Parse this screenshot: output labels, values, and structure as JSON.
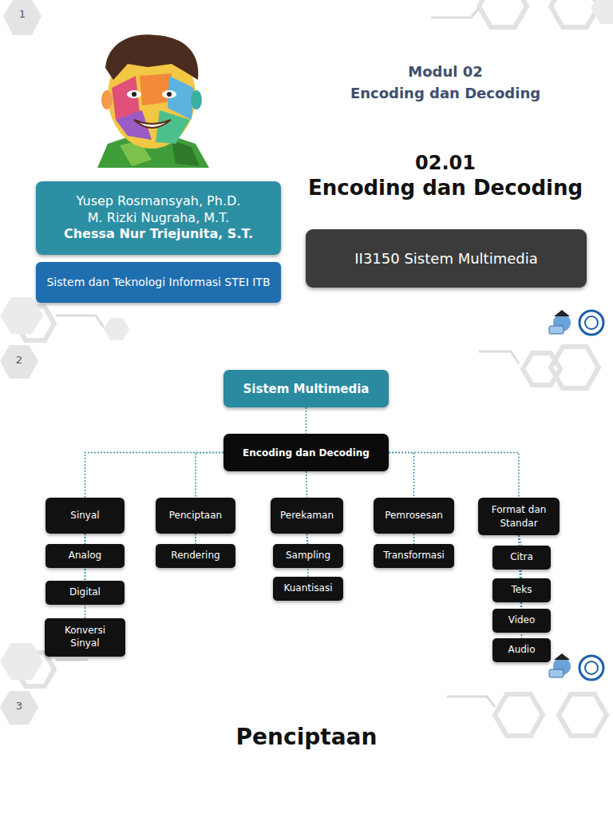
{
  "diagram": {
    "nodes": [
      {
        "text": [
          "Yusep Rosmansyah, Ph.D.",
          "M. Rizki Nugraha, M.T.",
          "Chessa Nur Triejunita, S.T."
        ]
      },
      {
        "text": [
          "Sistem dan Teknologi Informasi STEI ITB"
        ]
      },
      {
        "text": [
          "II3150 Sistem Multimedia"
        ]
      },
      {
        "text": [
          "Sistem Multimedia"
        ]
      },
      {
        "text": [
          "Encoding dan Decoding"
        ]
      },
      {
        "text": [
          "Sinyal"
        ]
      },
      {
        "text": [
          "Analog"
        ]
      },
      {
        "text": [
          "Digital"
        ]
      },
      {
        "text": [
          "Konversi Sinyal"
        ]
      },
      {
        "text": [
          "Penciptaan"
        ]
      },
      {
        "text": [
          "Rendering"
        ]
      },
      {
        "text": [
          "Perekaman"
        ]
      },
      {
        "text": [
          "Sampling"
        ]
      },
      {
        "text": [
          "Kuantisasi"
        ]
      },
      {
        "text": [
          "Pemrosesan"
        ]
      },
      {
        "text": [
          "Transformasi"
        ]
      },
      {
        "text": [
          "Format dan Standar"
        ]
      },
      {
        "text": [
          "Citra"
        ]
      },
      {
        "text": [
          "Teks"
        ]
      },
      {
        "text": [
          "Video"
        ]
      },
      {
        "text": [
          "Audio"
        ]
      }
    ],
    "edges": [
      {
        "from": 3,
        "to": 4,
        "arrow": "none"
      },
      {
        "from": 4,
        "to": 5,
        "arrow": "none"
      },
      {
        "from": 4,
        "to": 9,
        "arrow": "none"
      },
      {
        "from": 4,
        "to": 11,
        "arrow": "none"
      },
      {
        "from": 4,
        "to": 14,
        "arrow": "none"
      },
      {
        "from": 4,
        "to": 16,
        "arrow": "none"
      },
      {
        "from": 5,
        "to": 6,
        "arrow": "none"
      },
      {
        "from": 5,
        "to": 7,
        "arrow": "none"
      },
      {
        "from": 5,
        "to": 8,
        "arrow": "none"
      },
      {
        "from": 9,
        "to": 10,
        "arrow": "none"
      },
      {
        "from": 11,
        "to": 12,
        "arrow": "none"
      },
      {
        "from": 11,
        "to": 13,
        "arrow": "none"
      },
      {
        "from": 14,
        "to": 15,
        "arrow": "none"
      },
      {
        "from": 16,
        "to": 17,
        "arrow": "none"
      },
      {
        "from": 16,
        "to": 18,
        "arrow": "none"
      },
      {
        "from": 16,
        "to": 19,
        "arrow": "none"
      },
      {
        "from": 16,
        "to": 20,
        "arrow": "none"
      }
    ],
    "labels": [
      "1",
      "Modul 02",
      "Encoding dan Decoding",
      "02.01",
      "Encoding dan Decoding",
      "2",
      "3",
      "Penciptaan"
    ]
  }
}
